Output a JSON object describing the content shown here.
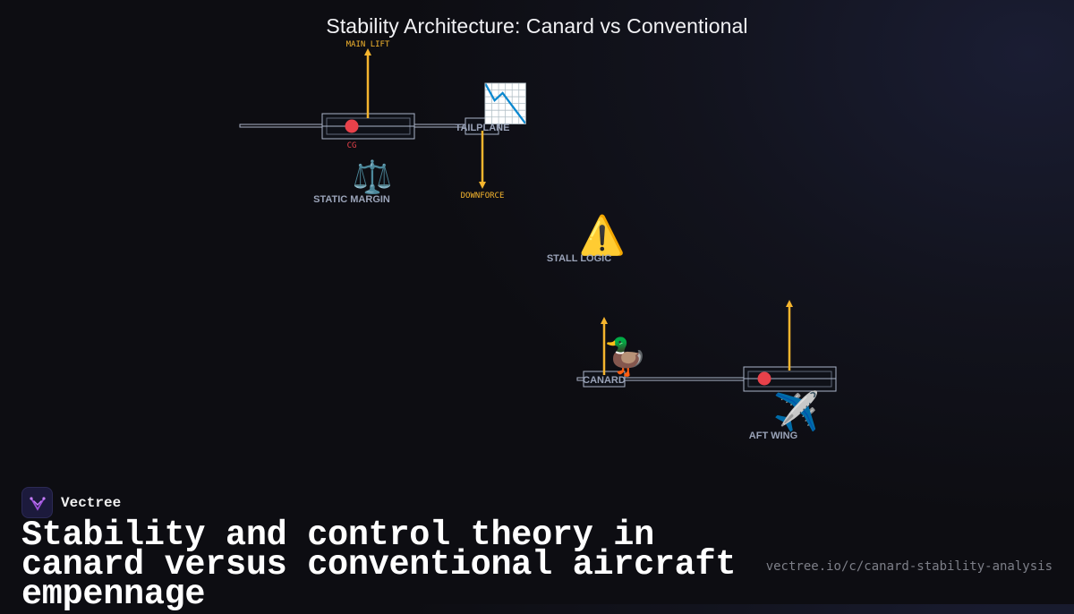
{
  "title": "Stability Architecture: Canard vs Conventional",
  "conventional": {
    "lift_label": "MAIN LIFT",
    "cg_label": "CG",
    "tailplane_label": "TAILPLANE",
    "downforce_label": "DOWNFORCE",
    "static_margin_label": "STATIC MARGIN",
    "static_margin_icon": "⚖️",
    "tail_icon": "📉"
  },
  "stall": {
    "label": "STALL LOGIC",
    "icon": "⚠️"
  },
  "canard_config": {
    "canard_label": "CANARD",
    "canard_icon": "🦆",
    "aft_wing_label": "AFT WING",
    "aft_wing_icon": "✈️"
  },
  "colors": {
    "force_arrow": "#f5b52e",
    "cg_marker": "#e8414a",
    "structure": "#aab4c8",
    "label": "#9aa3b8"
  },
  "footer": {
    "brand": "Vectree",
    "headline": "Stability and control theory in canard versus conventional aircraft empennage",
    "url": "vectree.io/c/canard-stability-analysis"
  }
}
